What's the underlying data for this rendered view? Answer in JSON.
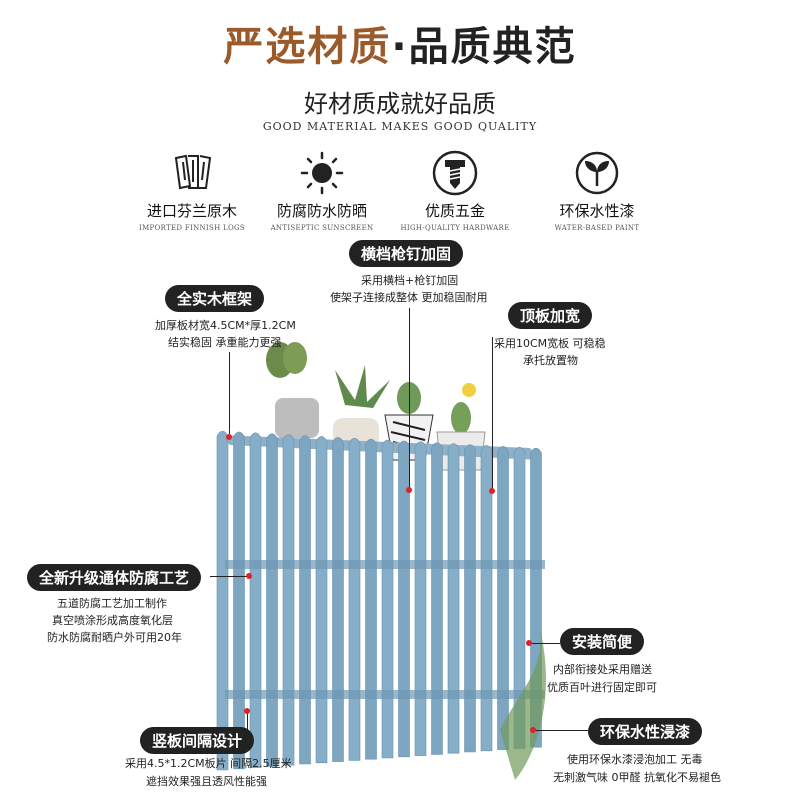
{
  "header": {
    "title_part1": "严选材质",
    "title_sep": "·",
    "title_part2": "品质典范",
    "subtitle": "好材质成就好品质",
    "subtitle_en": "GOOD MATERIAL MAKES GOOD QUALITY"
  },
  "features": [
    {
      "icon": "wood-logs-icon",
      "label": "进口芬兰原木",
      "en": "IMPORTED FINNISH LOGS"
    },
    {
      "icon": "sun-icon",
      "label": "防腐防水防晒",
      "en": "ANTISEPTIC SUNSCREEN"
    },
    {
      "icon": "screw-icon",
      "label": "优质五金",
      "en": "HIGH-QUALITY HARDWARE"
    },
    {
      "icon": "sprout-icon",
      "label": "环保水性漆",
      "en": "WATER-BASED PAINT"
    }
  ],
  "callouts": {
    "crossbar": {
      "title": "横档枪钉加固",
      "lines": [
        "采用横档+枪钉加固",
        "使架子连接成整体 更加稳固耐用"
      ]
    },
    "solid_frame": {
      "title": "全实木框架",
      "lines": [
        "加厚板材宽4.5CM*厚1.2CM",
        "结实稳固 承重能力更强"
      ]
    },
    "top_board": {
      "title": "顶板加宽",
      "lines": [
        "采用10CM宽板 可稳稳",
        "承托放置物"
      ]
    },
    "anticorrosion": {
      "title": "全新升级通体防腐工艺",
      "lines": [
        "五道防腐工艺加工制作",
        "真空喷涂形成高度氧化层",
        "防水防腐耐晒户外可用20年"
      ]
    },
    "install": {
      "title": "安装简便",
      "lines": [
        "内部衔接处采用赠送",
        "优质百叶进行固定即可"
      ]
    },
    "spacing": {
      "title": "竖板间隔设计",
      "lines": [
        "采用4.5*1.2CM板片 间隔2.5厘米",
        "遮挡效果强且透风性能强"
      ]
    },
    "paint": {
      "title": "环保水性浸漆",
      "lines": [
        "使用环保水漆浸泡加工 无毒",
        "无刺激气味 0甲醛 抗氧化不易褪色"
      ]
    }
  },
  "colors": {
    "brand_brown": "#9b5a2a",
    "pill_bg": "#222222",
    "marker_red": "#e0202a",
    "fence_blue": "#7fa6c0"
  }
}
